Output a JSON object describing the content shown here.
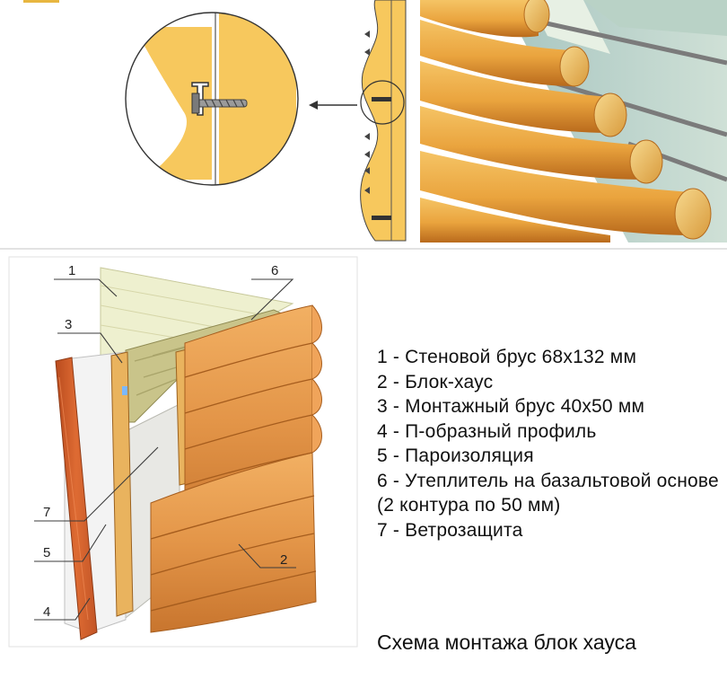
{
  "diagram": {
    "caption": "Схема монтажа блок хауса",
    "legend": [
      "1 - Стеновой брус 68х132 мм",
      "2 - Блок-хаус",
      "3 - Монтажный брус 40х50 мм",
      "4 - П-образный профиль",
      "5 - Пароизоляция",
      "6 - Утеплитель на базальтовой основе (2 контура по 50 мм)",
      "7 - Ветрозащита"
    ],
    "callout_numbers": [
      "1",
      "3",
      "6",
      "7",
      "5",
      "4",
      "2"
    ],
    "colors": {
      "wood": "#f0b44a",
      "wood_dark": "#c9771f",
      "panel_face": "#f7c85d",
      "frame_red": "#d5622a",
      "insulation": "#c9c48a",
      "membrane": "#e8e8e4",
      "wall_board": "#eef0cf",
      "line": "#3b3b3b",
      "divider": "#d9d9d9"
    }
  }
}
